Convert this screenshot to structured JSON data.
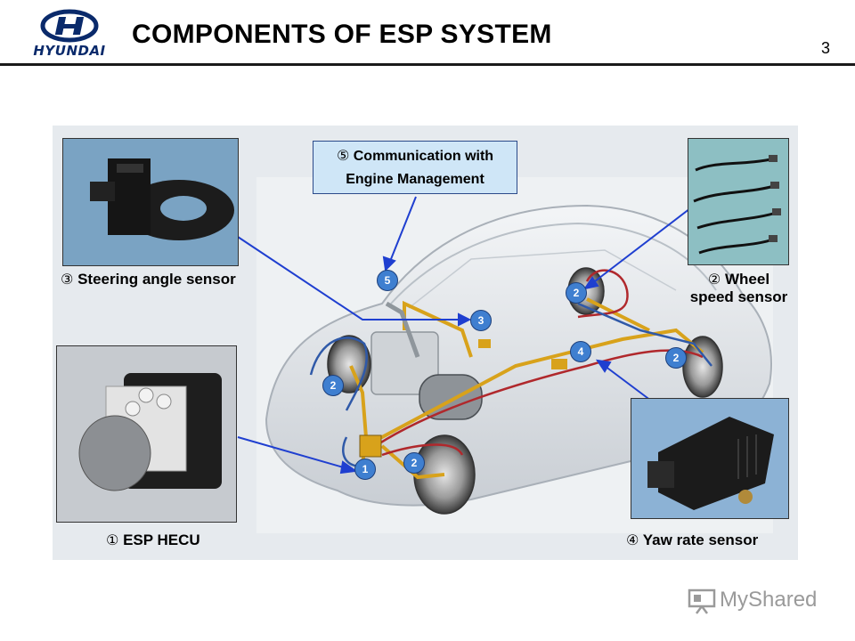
{
  "header": {
    "logo_text": "HYUNDAI",
    "title": "COMPONENTS OF ESP SYSTEM",
    "page_number": "3"
  },
  "diagram": {
    "communication_box": {
      "number": "⑤",
      "line1": "Communication with",
      "line2": "Engine Management"
    },
    "captions": {
      "steering": {
        "number": "③",
        "text": "Steering angle sensor"
      },
      "wheel": {
        "number": "②",
        "line1": "Wheel",
        "line2": "speed sensor"
      },
      "hecu": {
        "number": "①",
        "text": "ESP HECU"
      },
      "yaw": {
        "number": "④",
        "text": "Yaw rate sensor"
      }
    },
    "markers": {
      "m5": "5",
      "m3": "3",
      "m2_rear_top": "2",
      "m4": "4",
      "m2_rear_right": "2",
      "m2_front_left": "2",
      "m1": "1",
      "m2_front": "2"
    },
    "colors": {
      "arrow": "#1f3fd0",
      "hydraulic_line": "#d8a21b",
      "brake_line_red": "#b0282c",
      "sensor_wire_blue": "#2f59a8",
      "callout_box": "#cfe6f7"
    }
  },
  "watermark": {
    "text": "MyShared"
  }
}
